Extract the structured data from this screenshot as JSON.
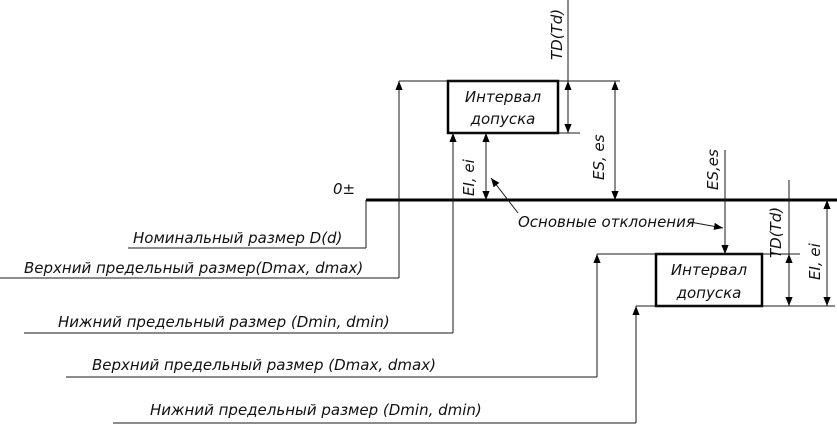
{
  "zero_label": "0±",
  "box_upper": {
    "line1": "Интервал",
    "line2": "допуска"
  },
  "box_lower": {
    "line1": "Интервал",
    "line2": "допуска"
  },
  "dimensions": {
    "td_upper": "TD(Td)",
    "es_upper": "ES, es",
    "ei_upper": "EI, ei",
    "es_lower": "ES,es",
    "td_lower": "TD(Td)",
    "ei_lower": "EI, ei"
  },
  "basic_deviations_label": "Основные отклонения",
  "labels": {
    "nominal": "Номинальный размер D(d)",
    "upper1": "Верхний  предельный размер(Dmax, dmax)",
    "lower1": "Нижний  предельный размер (Dmin, dmin)",
    "upper2": "Верхний  предельный размер (Dmax, dmax)",
    "lower2": "Нижний  предельный размер (Dmin, dmin)"
  },
  "colors": {
    "line": "#000000",
    "text": "#111111",
    "background": "#ffffff"
  }
}
